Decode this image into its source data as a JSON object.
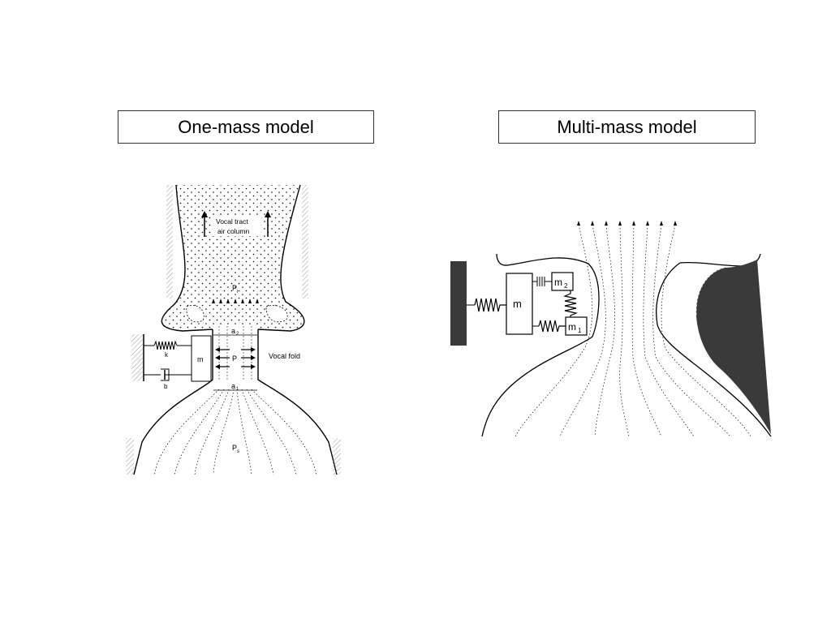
{
  "titles": {
    "one_mass": "One-mass model",
    "multi_mass": "Multi-mass model"
  },
  "one_mass_diagram": {
    "tract_label_line1": "Vocal tract",
    "tract_label_line2": "air column",
    "p_top": "P",
    "p_top_sub": "i",
    "a2": "a",
    "a2_sub": "2",
    "a1": "a",
    "a1_sub": "1",
    "p_mid": "P",
    "p_sub": "P",
    "p_sub_sub": "s",
    "vocal_fold": "Vocal fold",
    "mass": "m",
    "spring_k": "k",
    "damper_b": "b"
  },
  "multi_mass_diagram": {
    "mass": "m",
    "m1": "m",
    "m1_sub": "1",
    "m2": "m",
    "m2_sub": "2"
  },
  "colors": {
    "ink": "#000000",
    "dark_fill": "#3a3a3a"
  }
}
